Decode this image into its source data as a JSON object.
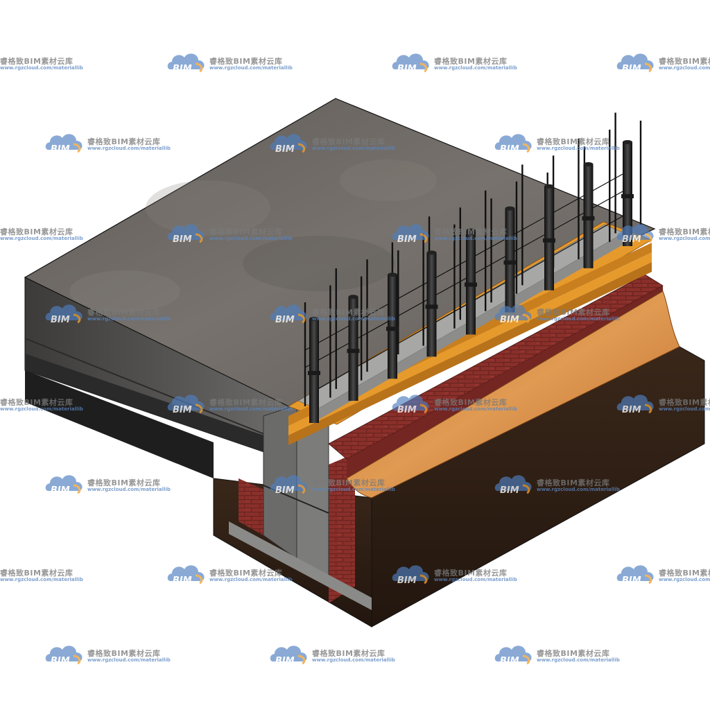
{
  "watermark": {
    "brand_cn": "睿格致BIM素材云库",
    "url": "www.rgzcloud.com/materiallib",
    "logo_text": "BIM",
    "logo_color": "#4f7fc0",
    "accent_color": "#f0a030"
  },
  "colors": {
    "slab_top": "#6e6a66",
    "slab_side": "#4a4948",
    "soil": "#2d1e14",
    "brick": "#8a2f2a",
    "membrane": "#d98a3a",
    "insulation": "#e69a2c",
    "rebar": "#151515"
  }
}
